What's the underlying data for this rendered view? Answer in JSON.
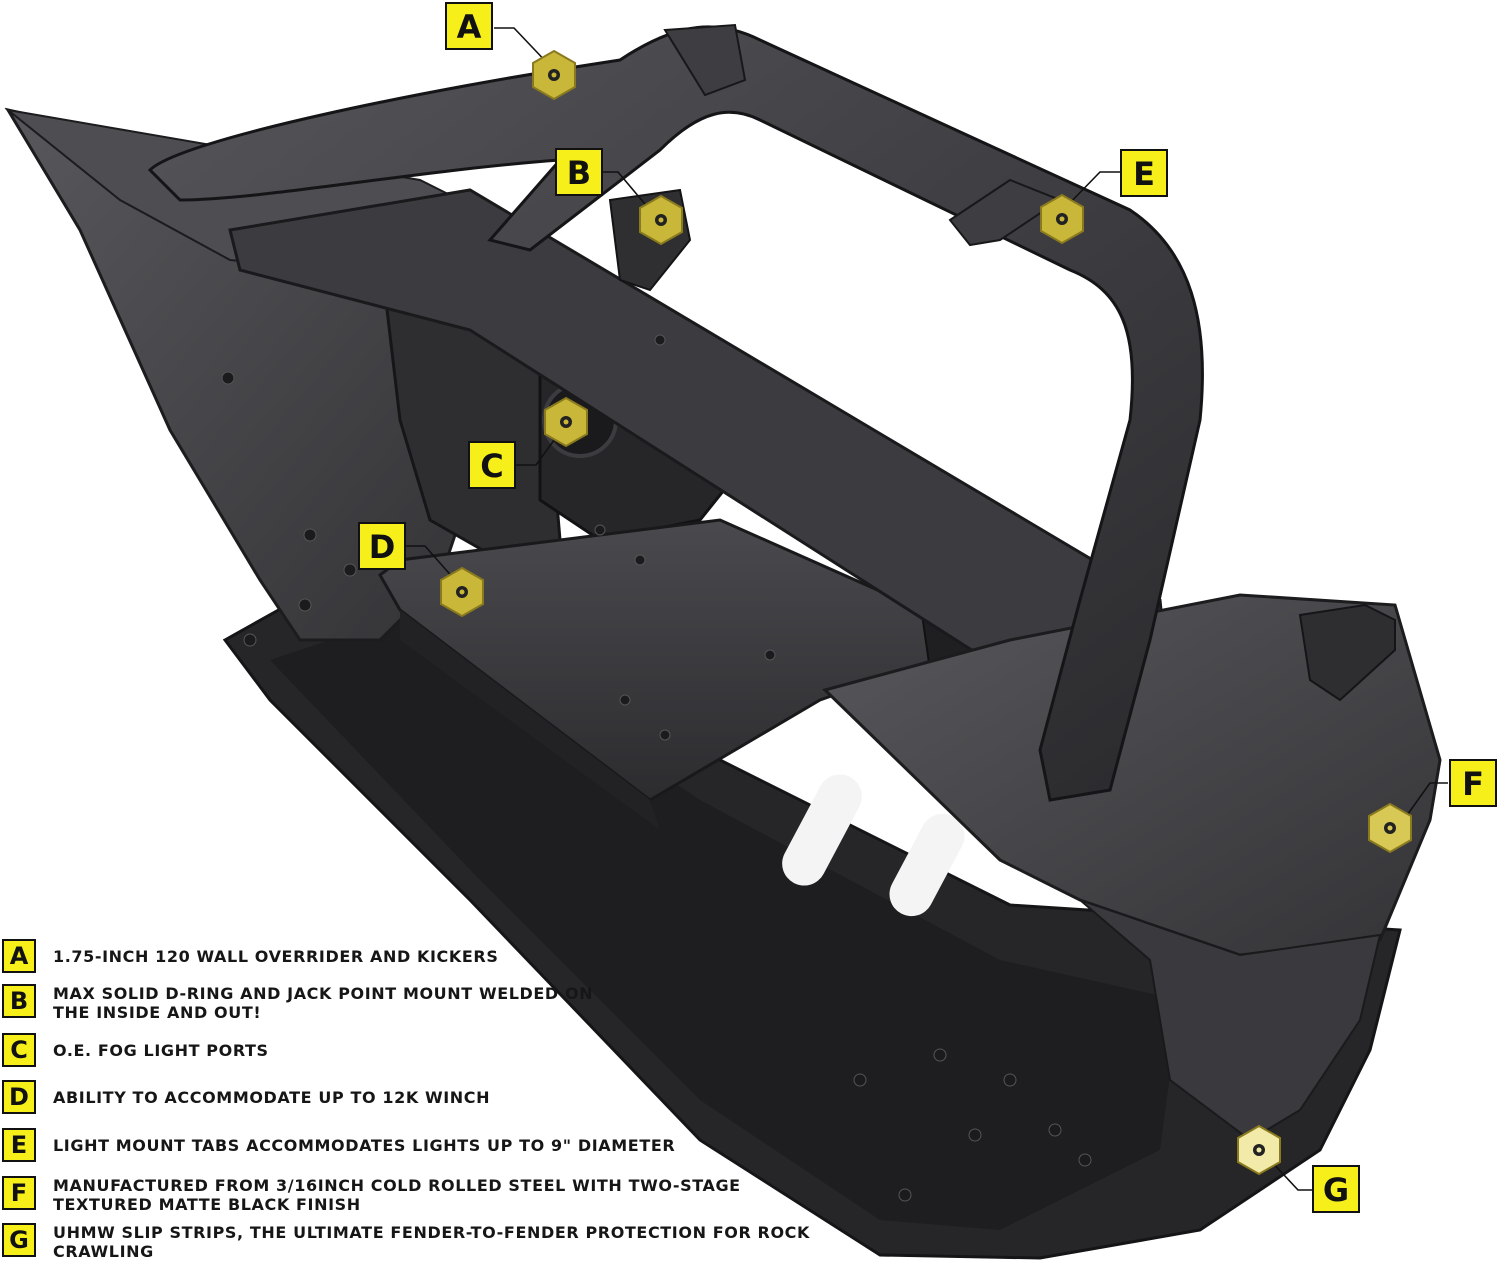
{
  "callouts": [
    {
      "letter": "A",
      "text": "1.75-INCH 120 WALL OVERRIDER AND KICKERS"
    },
    {
      "letter": "B",
      "text": "MAX SOLID D-RING AND JACK POINT MOUNT WELDED ON THE INSIDE AND OUT!"
    },
    {
      "letter": "C",
      "text": "O.E. FOG LIGHT PORTS"
    },
    {
      "letter": "D",
      "text": "ABILITY TO ACCOMMODATE UP TO 12K WINCH"
    },
    {
      "letter": "E",
      "text": "LIGHT MOUNT TABS ACCOMMODATES LIGHTS UP TO 9\" DIAMETER"
    },
    {
      "letter": "F",
      "text": "MANUFACTURED FROM 3/16INCH COLD ROLLED STEEL WITH TWO-STAGE TEXTURED MATTE BLACK FINISH"
    },
    {
      "letter": "G",
      "text": "UHMW SLIP STRIPS, THE ULTIMATE FENDER-TO-FENDER PROTECTION FOR ROCK CRAWLING"
    }
  ],
  "colors": {
    "badge_fill": "#f6ef1a",
    "badge_stroke": "#111111",
    "hex_marker": "#c9b73a",
    "steel_dark": "#2b2b2d",
    "steel_mid": "#3a3a3d",
    "steel_light": "#505055"
  }
}
